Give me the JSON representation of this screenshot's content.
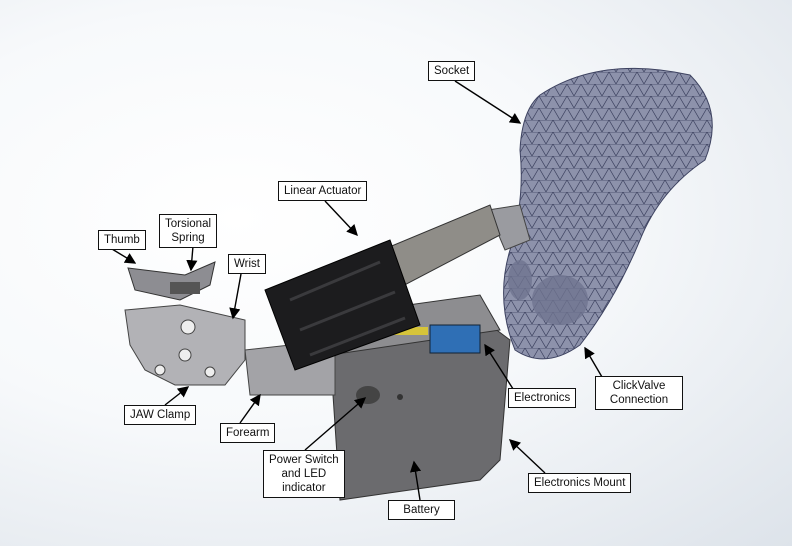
{
  "title": "Prosthetic device component diagram",
  "labels": {
    "socket": "Socket",
    "linear_actuator": "Linear Actuator",
    "torsional_spring_1": "Torsional",
    "torsional_spring_2": "Spring",
    "thumb": "Thumb",
    "wrist": "Wrist",
    "jaw_clamp": "JAW Clamp",
    "forearm": "Forearm",
    "power_switch_1": "Power Switch",
    "power_switch_2": "and LED",
    "power_switch_3": "indicator",
    "battery": "Battery",
    "electronics_mount": "Electronics Mount",
    "electronics": "Electronics",
    "clickvalve_1": "ClickValve",
    "clickvalve_2": "Connection"
  },
  "colors": {
    "socket": "#8a8fa8",
    "actuator": "#1c1c1e",
    "mount": "#6e6e70",
    "metal": "#a9a9ad",
    "pcb": "#2f6fb5"
  }
}
